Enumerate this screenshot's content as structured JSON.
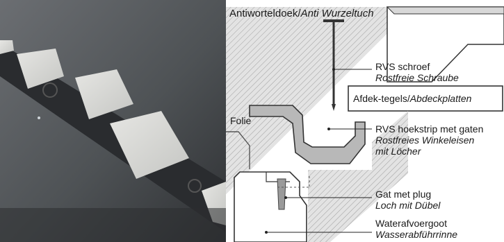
{
  "labels": {
    "root_cloth_nl": "Antiworteldoek/",
    "root_cloth_de": "Anti Wurzeltuch",
    "screw_nl": "RVS schroef",
    "screw_de": "Rostfreie Schraube",
    "cover_tiles_nl": "Afdek-tegels/",
    "cover_tiles_de": "Abdeckplatten",
    "foil": "Folie",
    "angle_strip_nl": "RVS hoekstrip met gaten",
    "angle_strip_de_1": "Rostfreies Winkeleisen",
    "angle_strip_de_2": "mit Löcher",
    "hole_plug_nl": "Gat met plug",
    "hole_plug_de": "Loch mit Dübel",
    "gutter_nl": "Waterafvoergoot",
    "gutter_de": "Wasserabführrinne"
  },
  "colors": {
    "photo_dark": "#3a3d40",
    "photo_mid": "#5b5f63",
    "tile": "#d9d9d6",
    "hatch_bg": "#e2e2e2",
    "hatch_line": "#9a9a9a",
    "steel": "#b8b8b8",
    "outline": "#333333"
  },
  "icons": {
    "screw": "screw-icon",
    "plug": "plug-icon"
  }
}
